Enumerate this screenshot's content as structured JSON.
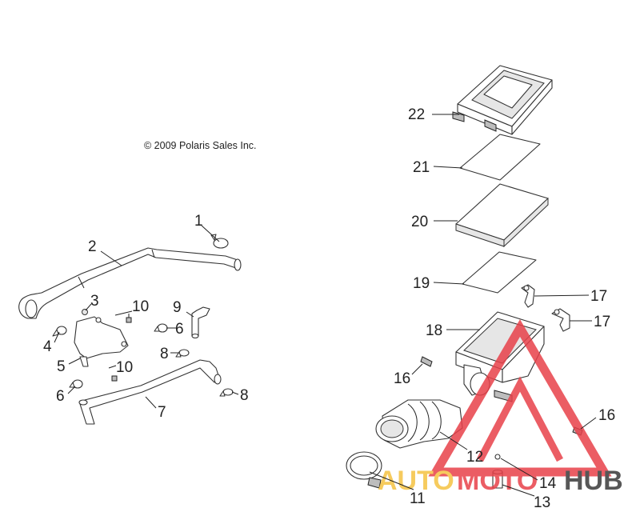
{
  "copyright": "© 2009 Polaris Sales Inc.",
  "callouts": {
    "c1": "1",
    "c2": "2",
    "c3": "3",
    "c4": "4",
    "c5": "5",
    "c6a": "6",
    "c6b": "6",
    "c7": "7",
    "c8a": "8",
    "c8b": "8",
    "c9": "9",
    "c10a": "10",
    "c10b": "10",
    "c11": "11",
    "c12": "12",
    "c13": "13",
    "c14": "14",
    "c16a": "16",
    "c16b": "16",
    "c17a": "17",
    "c17b": "17",
    "c18": "18",
    "c19": "19",
    "c20": "20",
    "c21": "21",
    "c22": "22"
  },
  "watermark": {
    "text_auto": "AUTO",
    "text_moto": "MOTO",
    "text_hub": "HUB",
    "colors": {
      "triangle": "#e8414a",
      "auto": "#f5c242",
      "hub": "#3a3a3a"
    }
  }
}
